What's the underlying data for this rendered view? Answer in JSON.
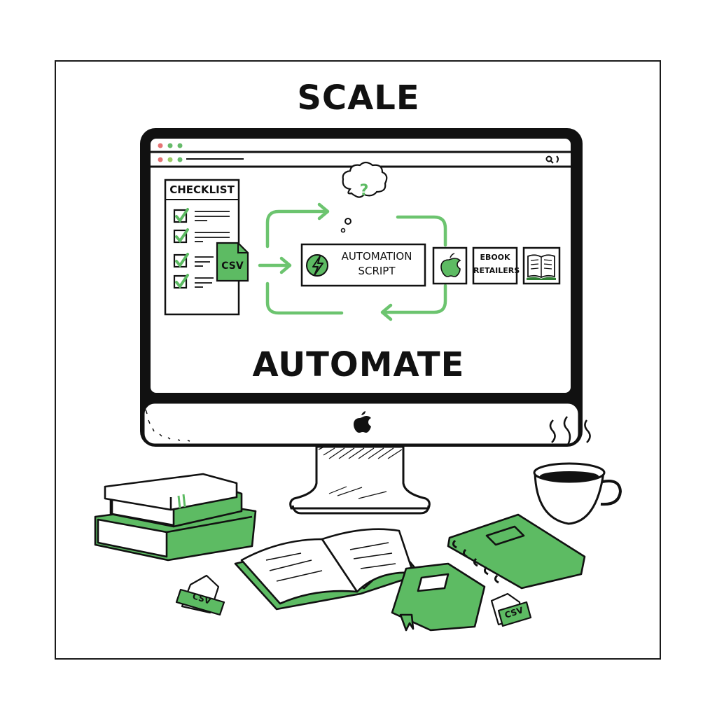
{
  "headline": "SCALE",
  "footer_word": "AUTOMATE",
  "colors": {
    "accent_green": "#5dbb63",
    "dark_green": "#2e7d32",
    "ink": "#111111",
    "traffic_red": "#e57373",
    "traffic_olive": "#9ccc65",
    "traffic_green": "#66bb6a"
  },
  "browser": {
    "traffic_lights": [
      "red",
      "olive",
      "green"
    ],
    "address_bar": "",
    "toolbar_icons": [
      "search-icon",
      "chevron-right-icon"
    ]
  },
  "checklist": {
    "title": "CHECKLIST",
    "items": [
      {
        "checked": true
      },
      {
        "checked": true
      },
      {
        "checked": true
      },
      {
        "checked": true
      }
    ],
    "attachment": "CSV"
  },
  "flow": {
    "thought_symbol": "?",
    "script_label_line1": "AUTOMATION",
    "script_label_line2": "SCRIPT",
    "retailers_line1": "EBOOK",
    "retailers_line2": "RETAILERS"
  },
  "desk": {
    "csv_tag_left": "CSV",
    "csv_tag_right": "CSV"
  }
}
